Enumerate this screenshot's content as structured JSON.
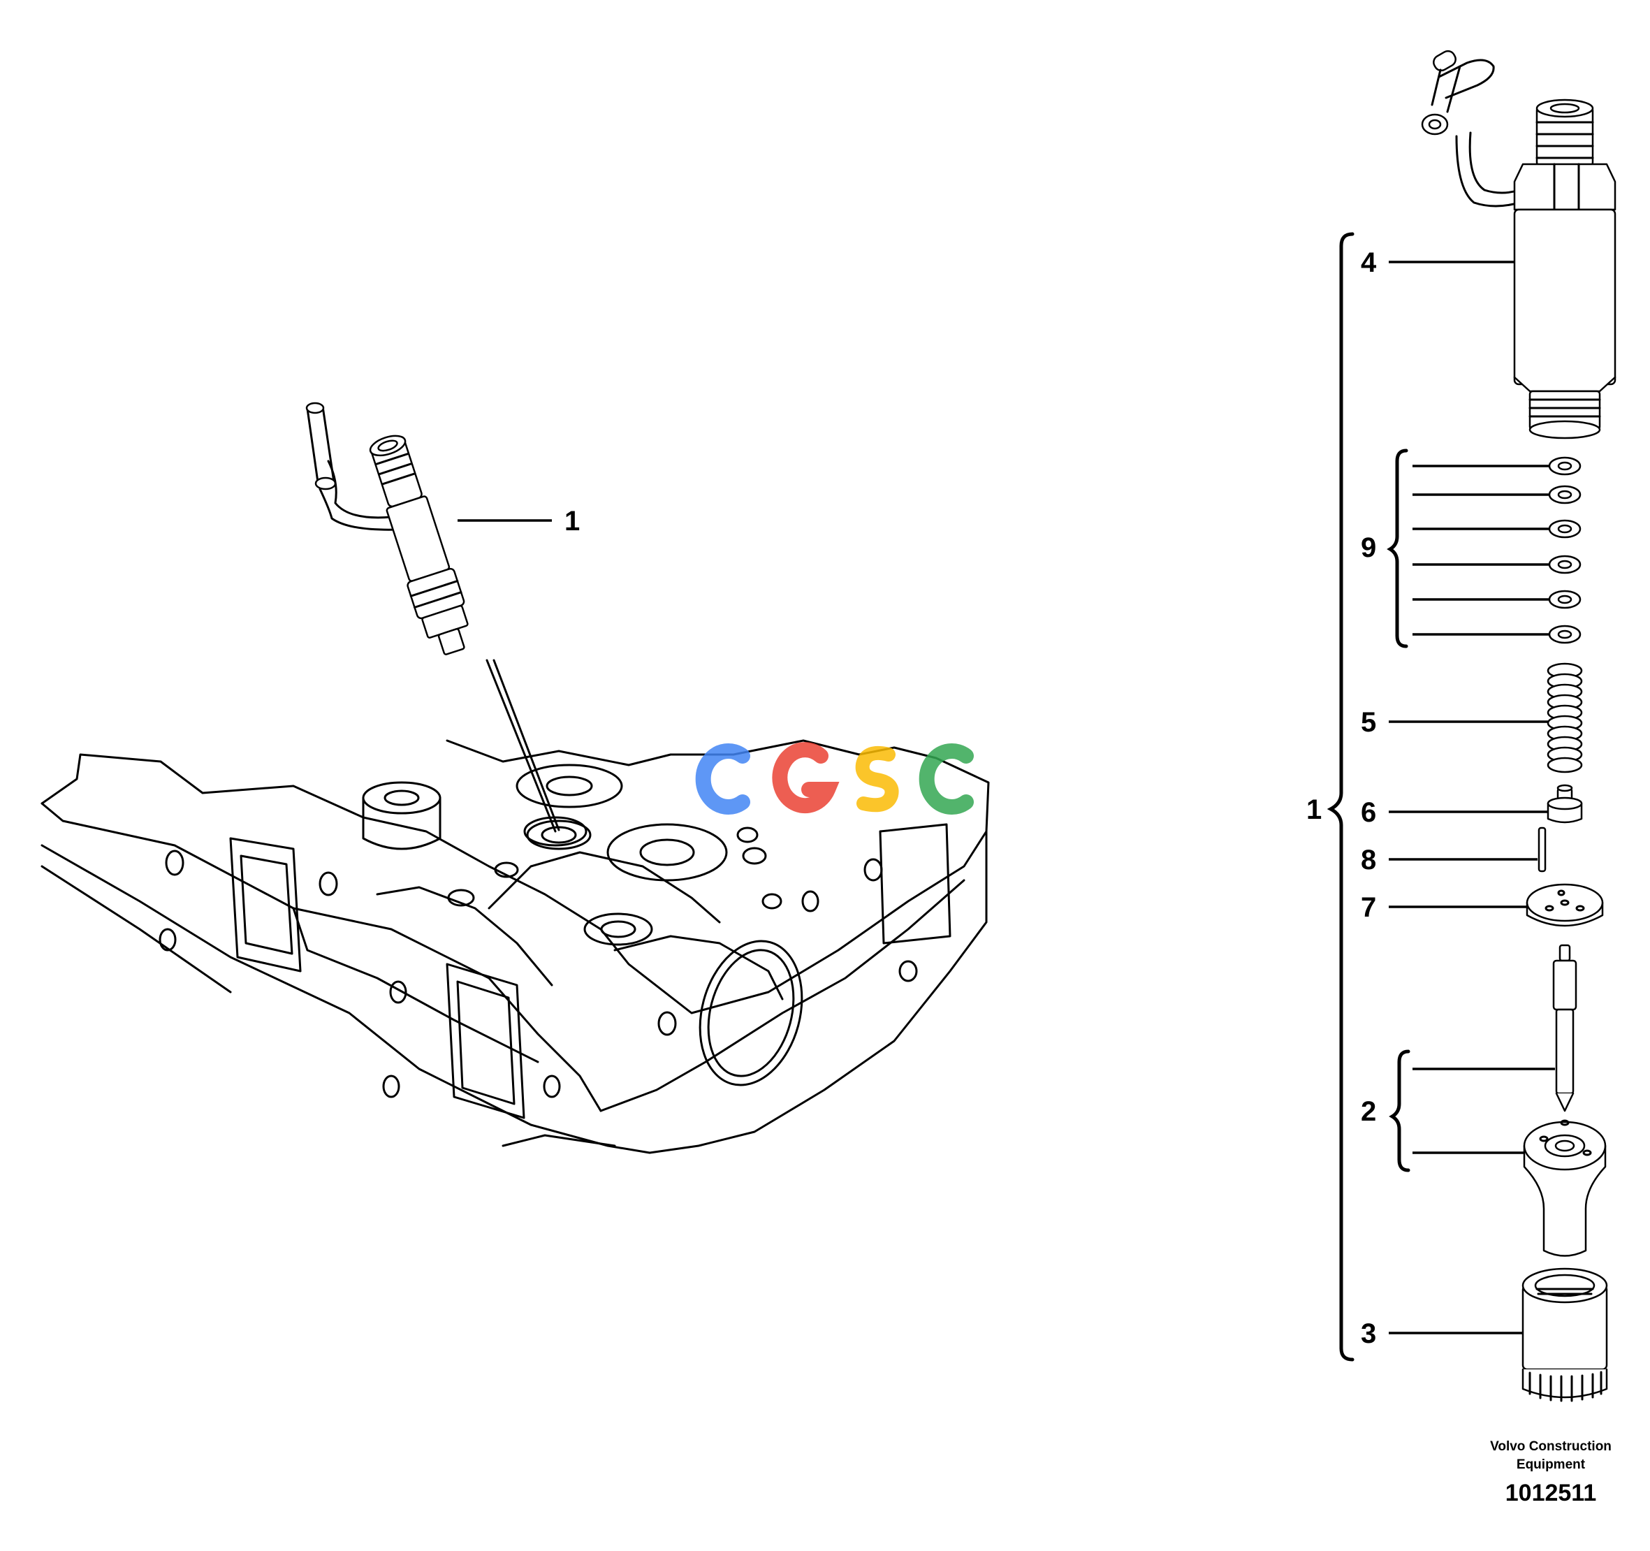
{
  "callouts": {
    "left_injector": "1",
    "assembly": "1",
    "holder": "4",
    "shims": "9",
    "spring": "5",
    "seat": "6",
    "pin": "8",
    "spacer": "7",
    "nozzle": "2",
    "nut": "3"
  },
  "footer": {
    "company": "Volvo Construction Equipment",
    "drawing_number": "1012511"
  },
  "watermark": {
    "letters": [
      "C",
      "G",
      "S",
      "C"
    ],
    "colors": [
      "#4285F4",
      "#EA4335",
      "#FBBC05",
      "#34A853"
    ]
  }
}
